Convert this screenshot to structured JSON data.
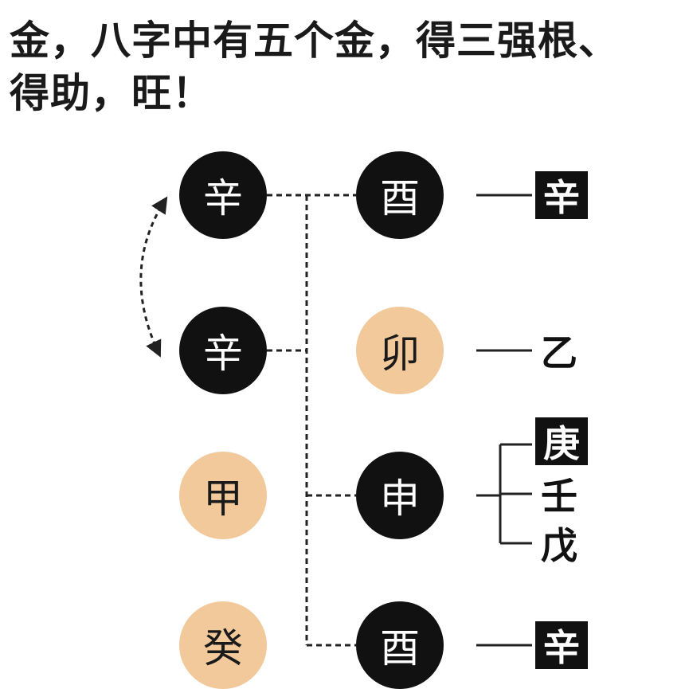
{
  "caption": {
    "line1": "金，八字中有五个金，得三强根、",
    "line2": "得助，旺！"
  },
  "stems": [
    "辛",
    "辛",
    "甲",
    "癸"
  ],
  "branches": [
    "酉",
    "卯",
    "申",
    "酉"
  ],
  "hidden_stems": {
    "row1": "辛",
    "row2": "乙",
    "row3": [
      "庚",
      "壬",
      "戊"
    ],
    "row4": "辛"
  },
  "colors": {
    "metal_circle": "#111111",
    "other_circle": "#f2c99a",
    "line": "#222222"
  }
}
